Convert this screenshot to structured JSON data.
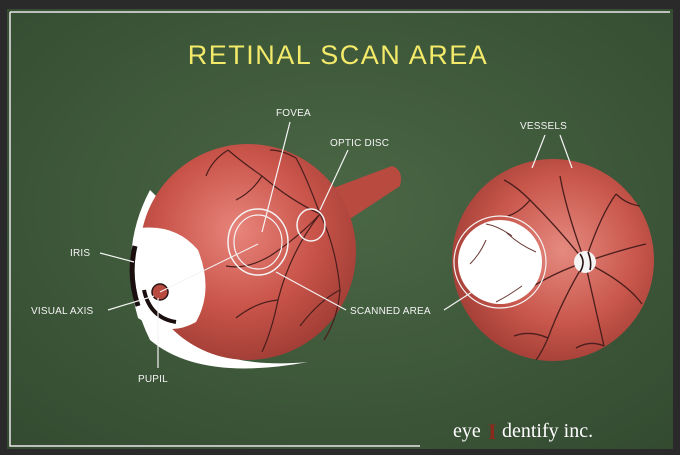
{
  "title": "RETINAL SCAN AREA",
  "labels": {
    "fovea": "FOVEA",
    "optic_disc": "OPTIC DISC",
    "iris": "IRIS",
    "visual_axis": "VISUAL AXIS",
    "pupil": "PUPIL",
    "scanned_area": "SCANNED AREA",
    "vessels": "VESSELS"
  },
  "brand": {
    "prefix": "eye",
    "mark": "I",
    "suffix": "dentify inc."
  },
  "colors": {
    "background": "#3f5a3a",
    "frame": "#1c1c1c",
    "eyeball": "#c9544a",
    "vessel": "#4a1e1c",
    "title": "#f3ea6a",
    "label": "#f4f4f4"
  }
}
